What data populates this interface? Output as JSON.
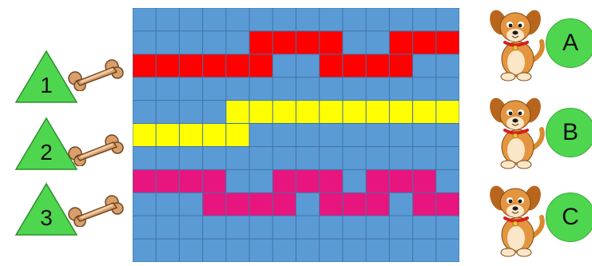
{
  "colors": {
    "grid_bg": "#5b9bd5",
    "grid_line": "#3f73a8",
    "red": "#ff0000",
    "yellow": "#ffff00",
    "magenta": "#e8157f",
    "triangle": "#4fd64f",
    "circle": "#4fd64f"
  },
  "grid": {
    "cols": 14,
    "rows": 11,
    "paths": [
      {
        "color": "red",
        "cells": [
          [
            1,
            5
          ],
          [
            1,
            6
          ],
          [
            1,
            7
          ],
          [
            1,
            8
          ],
          [
            1,
            11
          ],
          [
            1,
            12
          ],
          [
            1,
            13
          ],
          [
            2,
            0
          ],
          [
            2,
            1
          ],
          [
            2,
            2
          ],
          [
            2,
            3
          ],
          [
            2,
            4
          ],
          [
            2,
            5
          ],
          [
            2,
            8
          ],
          [
            2,
            9
          ],
          [
            2,
            10
          ],
          [
            2,
            11
          ]
        ]
      },
      {
        "color": "yellow",
        "cells": [
          [
            4,
            4
          ],
          [
            4,
            5
          ],
          [
            4,
            6
          ],
          [
            4,
            7
          ],
          [
            4,
            8
          ],
          [
            4,
            9
          ],
          [
            4,
            10
          ],
          [
            4,
            11
          ],
          [
            4,
            12
          ],
          [
            4,
            13
          ],
          [
            5,
            0
          ],
          [
            5,
            1
          ],
          [
            5,
            2
          ],
          [
            5,
            3
          ],
          [
            5,
            4
          ]
        ]
      },
      {
        "color": "magenta",
        "cells": [
          [
            7,
            0
          ],
          [
            7,
            1
          ],
          [
            7,
            2
          ],
          [
            7,
            3
          ],
          [
            7,
            6
          ],
          [
            7,
            7
          ],
          [
            7,
            8
          ],
          [
            7,
            10
          ],
          [
            7,
            11
          ],
          [
            7,
            12
          ],
          [
            8,
            3
          ],
          [
            8,
            4
          ],
          [
            8,
            5
          ],
          [
            8,
            6
          ],
          [
            8,
            8
          ],
          [
            8,
            9
          ],
          [
            8,
            10
          ],
          [
            8,
            12
          ],
          [
            8,
            13
          ]
        ]
      }
    ]
  },
  "start_markers": [
    {
      "label": "1",
      "icon": "bone-icon"
    },
    {
      "label": "2",
      "icon": "bone-icon"
    },
    {
      "label": "3",
      "icon": "bone-icon"
    }
  ],
  "targets": [
    {
      "label": "A",
      "icon": "puppy-icon"
    },
    {
      "label": "B",
      "icon": "puppy-icon"
    },
    {
      "label": "C",
      "icon": "puppy-icon"
    }
  ]
}
